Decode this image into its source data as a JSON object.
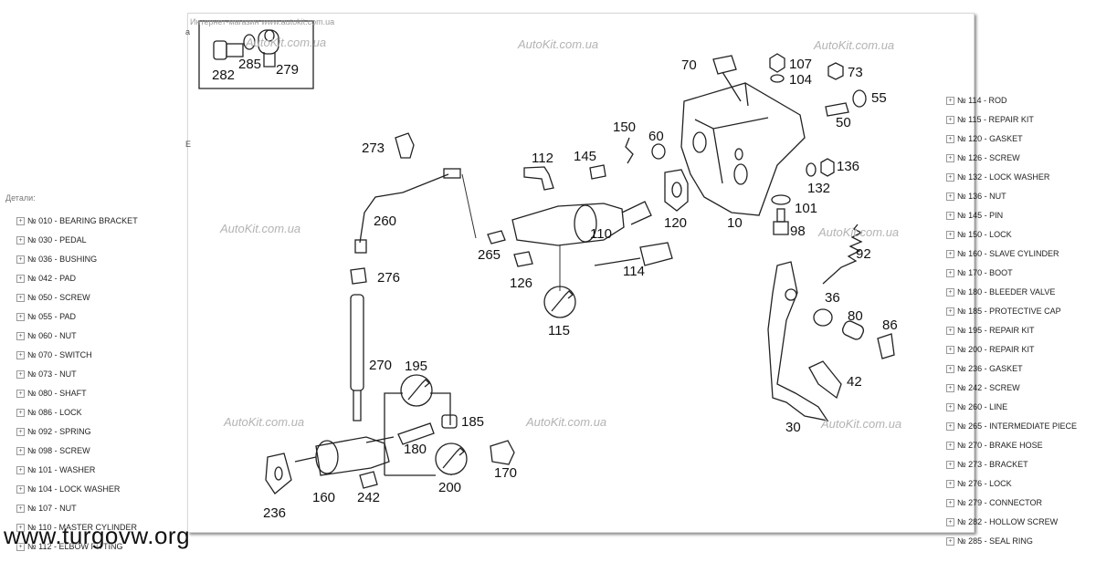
{
  "top_caption": "Интернет-магазин  www.autokit.com.ua",
  "details_label": "Детали:",
  "parts_left": [
    "№ 010 - BEARING BRACKET",
    "№ 030 - PEDAL",
    "№ 036 - BUSHING",
    "№ 042 - PAD",
    "№ 050 - SCREW",
    "№ 055 - PAD",
    "№ 060 - NUT",
    "№ 070 - SWITCH",
    "№ 073 - NUT",
    "№ 080 - SHAFT",
    "№ 086 - LOCK",
    "№ 092 - SPRING",
    "№ 098 - SCREW",
    "№ 101 - WASHER",
    "№ 104 - LOCK WASHER",
    "№ 107 - NUT",
    "№ 110 - MASTER CYLINDER",
    "№ 112 - ELBOW FITTING"
  ],
  "parts_right": [
    "№ 114 - ROD",
    "№ 115 - REPAIR KIT",
    "№ 120 - GASKET",
    "№ 126 - SCREW",
    "№ 132 - LOCK WASHER",
    "№ 136 - NUT",
    "№ 145 - PIN",
    "№ 150 - LOCK",
    "№ 160 - SLAVE CYLINDER",
    "№ 170 - BOOT",
    "№ 180 - BLEEDER VALVE",
    "№ 185 - PROTECTIVE CAP",
    "№ 195 - REPAIR KIT",
    "№ 200 - REPAIR KIT",
    "№ 236 - GASKET",
    "№ 242 - SCREW",
    "№ 260 - LINE",
    "№ 265 - INTERMEDIATE PIECE",
    "№ 270 - BRAKE HOSE",
    "№ 273 - BRACKET",
    "№ 276 - LOCK",
    "№ 279 - CONNECTOR",
    "№ 282 - HOLLOW SCREW",
    "№ 285 - SEAL RING"
  ],
  "watermark_text": "AutoKit.com.ua",
  "site_watermark": "www.turgovw.org",
  "edge_chars": [
    "a",
    "E"
  ],
  "callouts": {
    "c282": "282",
    "c285": "285",
    "c279": "279",
    "c70": "70",
    "c107": "107",
    "c104": "104",
    "c73": "73",
    "c55": "55",
    "c50": "50",
    "c150": "150",
    "c60": "60",
    "c273": "273",
    "c112": "112",
    "c145": "145",
    "c136": "136",
    "c132": "132",
    "c101": "101",
    "c98": "98",
    "c120": "120",
    "c10": "10",
    "c260": "260",
    "c265": "265",
    "c110": "110",
    "c92": "92",
    "c276": "276",
    "c126": "126",
    "c114": "114",
    "c115": "115",
    "c36": "36",
    "c80": "80",
    "c86": "86",
    "c270": "270",
    "c195": "195",
    "c42": "42",
    "c185": "185",
    "c180": "180",
    "c30": "30",
    "c170": "170",
    "c200": "200",
    "c236": "236",
    "c160": "160",
    "c242": "242"
  }
}
